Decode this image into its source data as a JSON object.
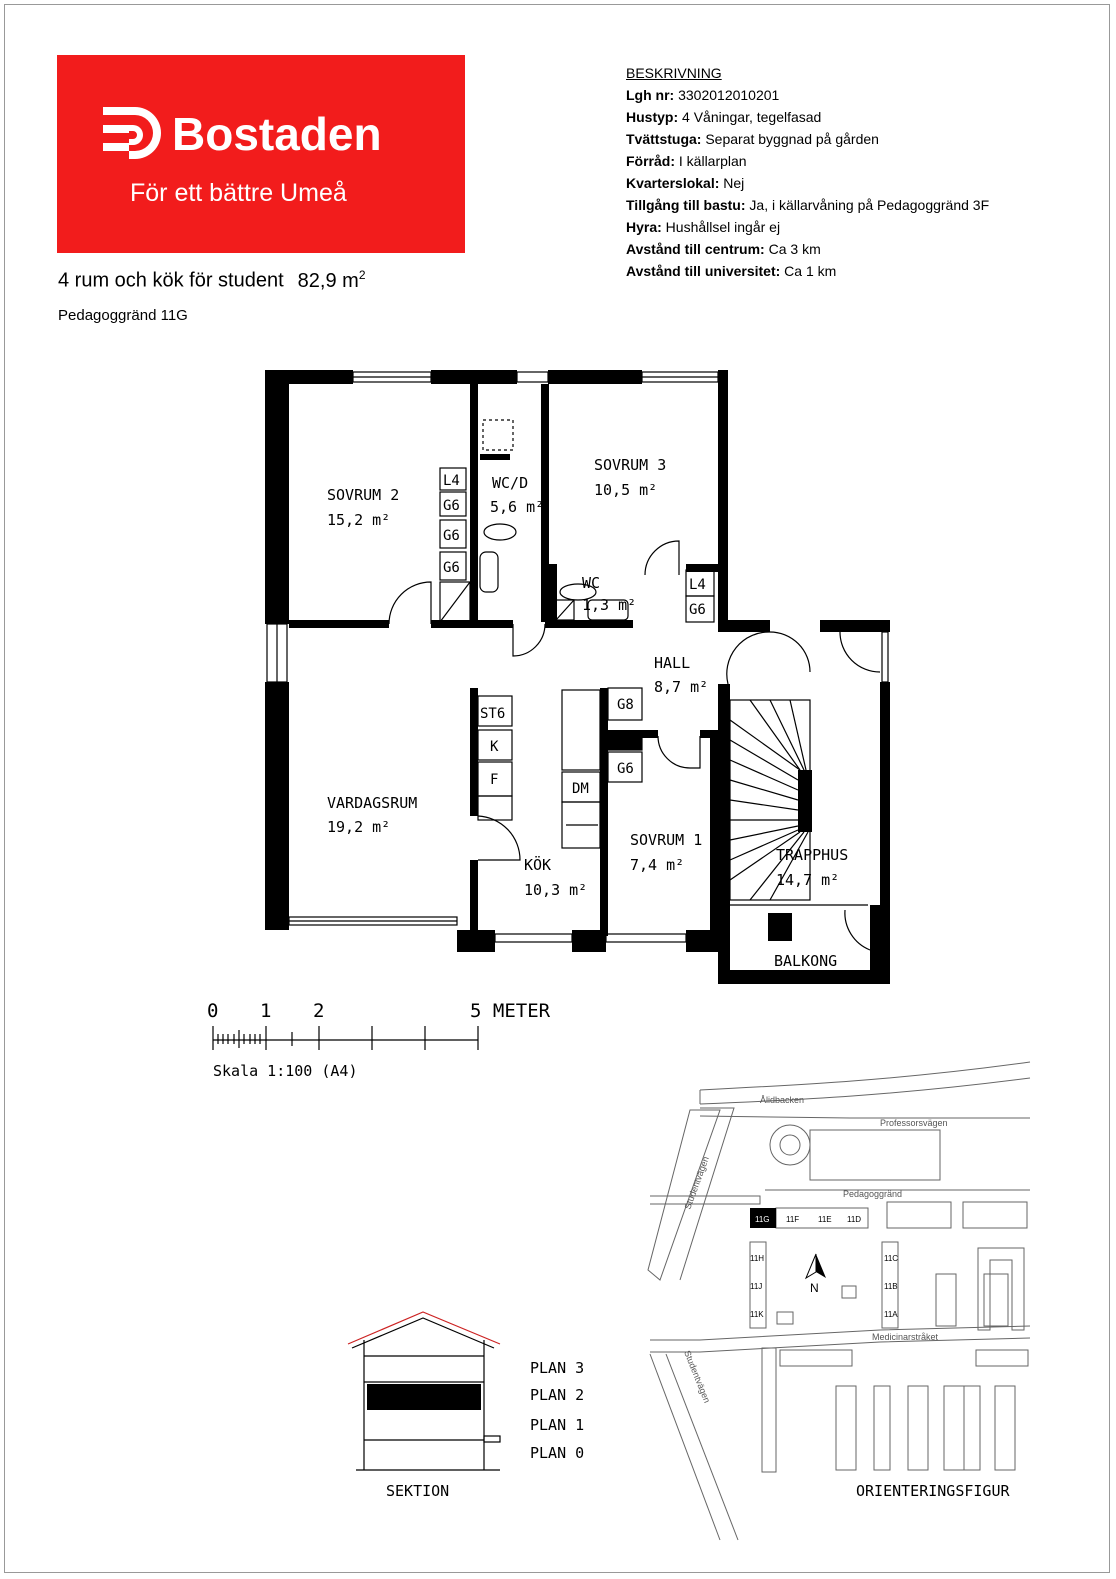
{
  "brand": {
    "name": "Bostaden",
    "tagline": "För ett bättre Umeå",
    "color": "#f21c1c"
  },
  "listing": {
    "headline": "4 rum och kök för student",
    "area_value": "82,9 m",
    "area_sup": "2",
    "address": "Pedagoggränd 11G"
  },
  "description": {
    "title": "BESKRIVNING",
    "rows": [
      {
        "label": "Lgh nr:",
        "value": " 3302012010201"
      },
      {
        "label": "Hustyp:",
        "value": " 4 Våningar, tegelfasad"
      },
      {
        "label": "Tvättstuga:",
        "value": " Separat byggnad på gården"
      },
      {
        "label": "Förråd:",
        "value": " I källarplan"
      },
      {
        "label": "Kvarterslokal:",
        "value": " Nej"
      },
      {
        "label": "Tillgång till bastu:",
        "value": " Ja, i källarvåning på Pedagoggränd 3F"
      },
      {
        "label": "Hyra:",
        "value": " Hushållsel ingår ej"
      },
      {
        "label": "Avstånd till centrum:",
        "value": " Ca 3 km"
      },
      {
        "label": "Avstånd till universitet:",
        "value": " Ca 1 km"
      }
    ]
  },
  "rooms": {
    "sovrum2": {
      "name": "SOVRUM 2",
      "area": "15,2 m²"
    },
    "wcd": {
      "name": "WC/D",
      "area": "5,6 m²"
    },
    "sovrum3": {
      "name": "SOVRUM 3",
      "area": "10,5 m²"
    },
    "wc": {
      "name": "WC",
      "area": "1,3 m²"
    },
    "hall": {
      "name": "HALL",
      "area": "8,7 m²"
    },
    "vardagsrum": {
      "name": "VARDAGSRUM",
      "area": "19,2 m²"
    },
    "kok": {
      "name": "KÖK",
      "area": "10,3 m²"
    },
    "sovrum1": {
      "name": "SOVRUM 1",
      "area": "7,4 m²"
    },
    "trapphus": {
      "name": "TRAPPHUS",
      "area": "14,7 m²"
    },
    "balkong": {
      "name": "BALKONG"
    }
  },
  "fixtures": {
    "l4": "L4",
    "g6": "G6",
    "g8": "G8",
    "st6": "ST6",
    "k": "K",
    "f": "F",
    "dm": "DM"
  },
  "scale": {
    "t0": "0",
    "t1": "1",
    "t2": "2",
    "t5": "5 METER",
    "label": "Skala 1:100 (A4)"
  },
  "section": {
    "plans": [
      "PLAN 3",
      "PLAN 2",
      "PLAN 1",
      "PLAN 0"
    ],
    "label": "SEKTION"
  },
  "map": {
    "streets": {
      "alidbacken": "Ålidbacken",
      "professorsvagen": "Professorsvägen",
      "pedagoggrand": "Pedagoggränd",
      "studentvagen1": "Studentvägen",
      "studentvagen2": "Studentvägen",
      "medicinarstraket": "Medicinarstråket"
    },
    "buildings": [
      "11G",
      "11F",
      "11E",
      "11D",
      "11H",
      "11J",
      "11K",
      "11C",
      "11B",
      "11A"
    ],
    "north": "N",
    "label": "ORIENTERINGSFIGUR"
  }
}
